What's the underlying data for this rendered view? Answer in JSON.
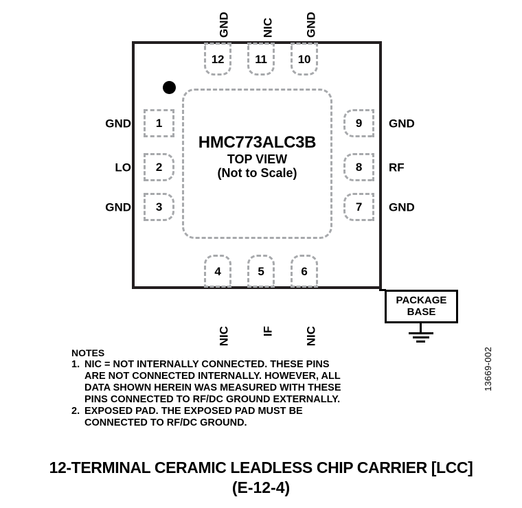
{
  "package": {
    "part_number": "HMC773ALC3B",
    "view_label": "TOP VIEW",
    "scale_note": "(Not to Scale)",
    "pin1_indicator": "pin1-dot",
    "exposed_pad_label": "exposed-pad"
  },
  "pins": {
    "left": [
      {
        "number": "1",
        "label": "GND"
      },
      {
        "number": "2",
        "label": "LO"
      },
      {
        "number": "3",
        "label": "GND"
      }
    ],
    "bottom": [
      {
        "number": "4",
        "label": "NIC"
      },
      {
        "number": "5",
        "label": "IF"
      },
      {
        "number": "6",
        "label": "NIC"
      }
    ],
    "right": [
      {
        "number": "7",
        "label": "GND"
      },
      {
        "number": "8",
        "label": "RF"
      },
      {
        "number": "9",
        "label": "GND"
      }
    ],
    "top": [
      {
        "number": "10",
        "label": "GND"
      },
      {
        "number": "11",
        "label": "NIC"
      },
      {
        "number": "12",
        "label": "GND"
      }
    ]
  },
  "package_base": {
    "line1": "PACKAGE",
    "line2": "BASE",
    "ground_symbol": "ground-icon"
  },
  "notes": {
    "heading": "NOTES",
    "items": [
      {
        "marker": "1.",
        "lines": [
          "NIC = NOT INTERNALLY CONNECTED. THESE PINS",
          "ARE NOT CONNECTED INTERNALLY. HOWEVER, ALL",
          "DATA SHOWN HEREIN WAS MEASURED WITH THESE",
          "PINS CONNECTED TO RF/DC GROUND EXTERNALLY."
        ]
      },
      {
        "marker": "2.",
        "lines": [
          "EXPOSED PAD. THE EXPOSED PAD MUST BE",
          "CONNECTED TO RF/DC GROUND."
        ]
      }
    ]
  },
  "figure_id": "13669-002",
  "caption": {
    "line1": "12-TERMINAL CERAMIC LEADLESS CHIP CARRIER [LCC]",
    "line2": "(E-12-4)"
  },
  "colors": {
    "outline": "#231f20",
    "pad_dash": "#a7a9ac",
    "text": "#000000",
    "background": "#ffffff"
  }
}
